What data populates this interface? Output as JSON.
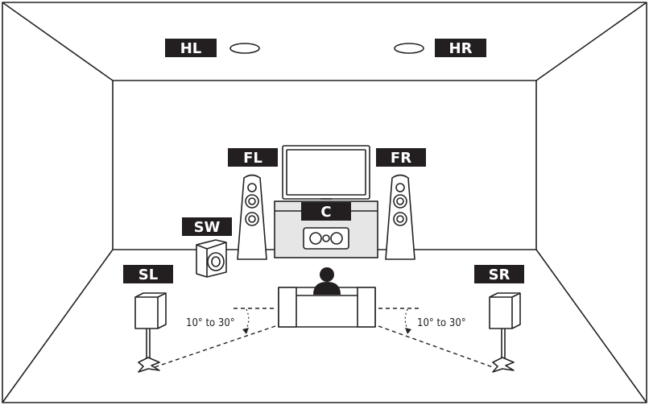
{
  "labels": {
    "HL": "HL",
    "HR": "HR",
    "FL": "FL",
    "FR": "FR",
    "C": "C",
    "SW": "SW",
    "SL": "SL",
    "SR": "SR"
  },
  "angles": {
    "left": "10° to 30°",
    "right": "10° to 30°"
  }
}
